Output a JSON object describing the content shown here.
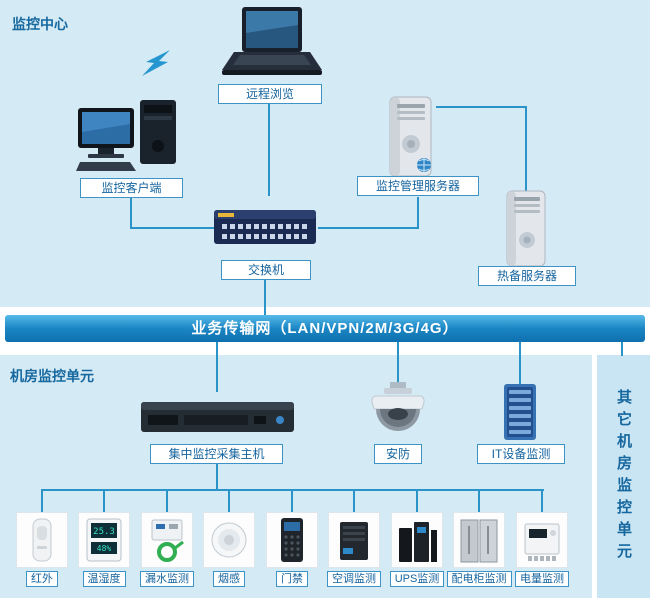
{
  "diagram": {
    "top_section": {
      "title": "监控中心"
    },
    "network_bar": {
      "label": "业务传输网（LAN/VPN/2M/3G/4G）"
    },
    "bottom_section": {
      "title": "机房监控单元"
    },
    "side_panel": {
      "label": "其它机房监控单元"
    }
  },
  "nodes": {
    "remote_browse": {
      "label": "远程浏览"
    },
    "monitor_client": {
      "label": "监控客户端"
    },
    "mgmt_server": {
      "label": "监控管理服务器"
    },
    "switch": {
      "label": "交换机"
    },
    "hot_standby": {
      "label": "热备服务器"
    },
    "collector_host": {
      "label": "集中监控采集主机"
    },
    "security": {
      "label": "安防"
    },
    "it_monitor": {
      "label": "IT设备监测"
    }
  },
  "sensors": [
    {
      "label": "红外"
    },
    {
      "label": "温湿度",
      "temp": "25.3",
      "humidity": "48%"
    },
    {
      "label": "漏水监测"
    },
    {
      "label": "烟感"
    },
    {
      "label": "门禁"
    },
    {
      "label": "空调监测"
    },
    {
      "label": "UPS监测"
    },
    {
      "label": "配电柜监测"
    },
    {
      "label": "电量监测"
    }
  ],
  "colors": {
    "panel_bg": "#d4eaf5",
    "side_panel_bg": "#c9e4f3",
    "label_border": "#3d93c6",
    "label_text": "#15649f",
    "line": "#2a93c8",
    "bar_top": "#58bae8",
    "bar_bottom": "#0f6fae"
  }
}
